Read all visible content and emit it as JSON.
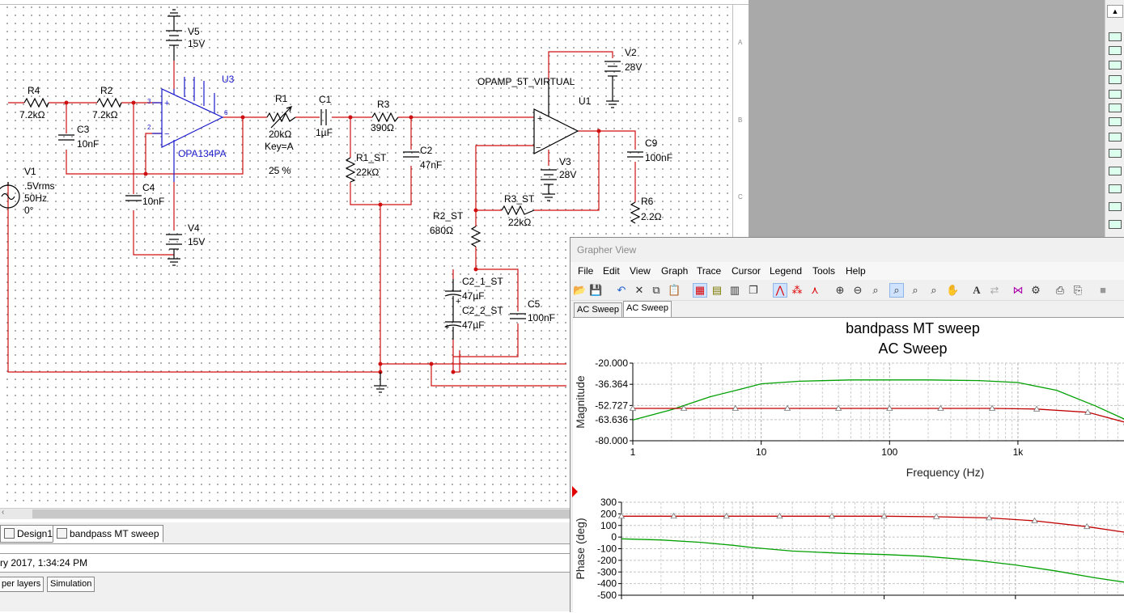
{
  "schematic": {
    "parts": {
      "V5": {
        "ref": "V5",
        "value": "15V"
      },
      "U3": {
        "ref": "U3",
        "model": "OPA134PA"
      },
      "R4": {
        "ref": "R4",
        "value": "7.2kΩ"
      },
      "R2": {
        "ref": "R2",
        "value": "7.2kΩ"
      },
      "C3": {
        "ref": "C3",
        "value": "10nF"
      },
      "C4": {
        "ref": "C4",
        "value": "10nF"
      },
      "V4": {
        "ref": "V4",
        "value": "15V"
      },
      "V1": {
        "ref": "V1",
        "amp": ".5Vrms",
        "freq": "50Hz",
        "phase": "0°"
      },
      "R1": {
        "ref": "R1",
        "value": "20kΩ",
        "key": "Key=A",
        "percent": "25 %"
      },
      "C1": {
        "ref": "C1",
        "value": "1µF"
      },
      "R3": {
        "ref": "R3",
        "value": "390Ω"
      },
      "R1_ST": {
        "ref": "R1_ST",
        "value": "22kΩ"
      },
      "C2": {
        "ref": "C2",
        "value": "47nF"
      },
      "V2": {
        "ref": "V2",
        "value": "28V"
      },
      "U1": {
        "ref": "U1",
        "model": "OPAMP_5T_VIRTUAL"
      },
      "V3": {
        "ref": "V3",
        "value": "28V"
      },
      "R3_ST": {
        "ref": "R3_ST",
        "value": "22kΩ"
      },
      "R2_ST": {
        "ref": "R2_ST",
        "value": "680Ω"
      },
      "C9": {
        "ref": "C9",
        "value": "100nF"
      },
      "R6": {
        "ref": "R6",
        "value": "2.2Ω"
      },
      "C2_1_ST": {
        "ref": "C2_1_ST",
        "value": "47µF"
      },
      "C2_2_ST": {
        "ref": "C2_2_ST",
        "value": "47µF"
      },
      "C5": {
        "ref": "C5",
        "value": "100nF"
      }
    },
    "pins": {
      "p3": "3",
      "p2": "2",
      "p6": "6"
    }
  },
  "sheet_border_letters": [
    "A",
    "B",
    "C"
  ],
  "tabs": [
    {
      "label": "Design1"
    },
    {
      "label": "bandpass MT sweep"
    }
  ],
  "status_text": "ry 2017, 1:34:24 PM",
  "bottom_tabs": [
    "per layers",
    "Simulation"
  ],
  "grapher": {
    "window_title": "Grapher View",
    "menu": [
      "File",
      "Edit",
      "View",
      "Graph",
      "Trace",
      "Cursor",
      "Legend",
      "Tools",
      "Help"
    ],
    "tabs": [
      {
        "label": "AC Sweep"
      },
      {
        "label": "AC Sweep"
      }
    ],
    "active_tab_index": 1
  },
  "chart_data": [
    {
      "type": "line",
      "title": "bandpass MT sweep",
      "subtitle": "AC Sweep",
      "xlabel": "Frequency (Hz)",
      "ylabel": "Magnitude",
      "x_scale": "log",
      "xlim": [
        1,
        7000
      ],
      "ylim": [
        -80,
        -20
      ],
      "x_tick_labels": [
        "1",
        "10",
        "100",
        "1k"
      ],
      "y_tick_labels": [
        "-20.000",
        "-36.364",
        "-52.727",
        "-63.636",
        "-80.000"
      ],
      "grid": true,
      "series": [
        {
          "color": "#00a000",
          "x": [
            1,
            2,
            4,
            7,
            10,
            20,
            50,
            100,
            200,
            500,
            1000,
            2000,
            4000,
            7000
          ],
          "y": [
            -64,
            -56,
            -46,
            -40,
            -36,
            -34,
            -33,
            -33,
            -33,
            -33.5,
            -35,
            -41,
            -53,
            -64
          ]
        },
        {
          "color": "#c00000",
          "marker": "triangle",
          "x": [
            1,
            2.5,
            6.3,
            16,
            40,
            100,
            250,
            630,
            1400,
            3500,
            7000
          ],
          "y": [
            -55,
            -55,
            -55,
            -55,
            -55,
            -55,
            -55,
            -55,
            -55.5,
            -58,
            -66
          ]
        }
      ]
    },
    {
      "type": "line",
      "xlabel": "",
      "ylabel": "Phase (deg)",
      "x_scale": "log",
      "xlim": [
        1,
        7000
      ],
      "ylim": [
        -500,
        300
      ],
      "y_tick_labels": [
        "300",
        "200",
        "100",
        "0",
        "-100",
        "-200",
        "-300",
        "-400",
        "-500"
      ],
      "grid": true,
      "series": [
        {
          "color": "#c00000",
          "marker": "triangle",
          "x": [
            1,
            2.5,
            6.3,
            16,
            40,
            100,
            250,
            630,
            1400,
            3500,
            7000
          ],
          "y": [
            180,
            180,
            180,
            180,
            180,
            180,
            175,
            165,
            140,
            90,
            40
          ]
        },
        {
          "color": "#00a000",
          "x": [
            1,
            2,
            4,
            7,
            10,
            20,
            50,
            100,
            200,
            500,
            1000,
            2000,
            4000,
            7000
          ],
          "y": [
            -15,
            -25,
            -45,
            -70,
            -90,
            -120,
            -140,
            -150,
            -165,
            -200,
            -240,
            -290,
            -350,
            -390
          ]
        }
      ]
    }
  ]
}
